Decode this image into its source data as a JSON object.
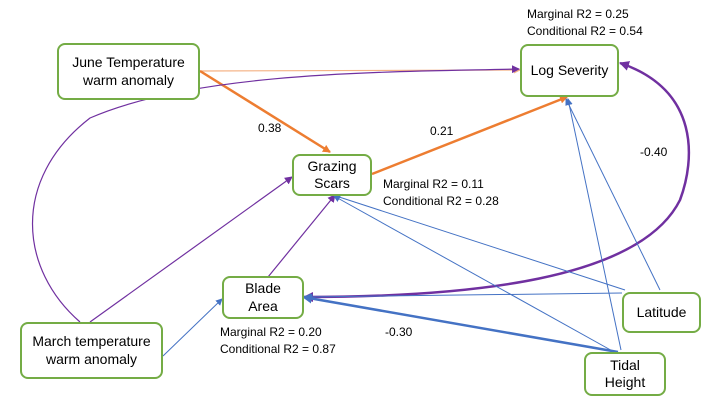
{
  "colors": {
    "node_border": "#74ac45",
    "orange": "#ed7d31",
    "orange_light": "#f4b183",
    "purple": "#7030a0",
    "blue": "#4472c4"
  },
  "nodes": {
    "june": "June Temperature\nwarm anomaly",
    "log_severity": "Log Severity",
    "grazing": "Grazing\nScars",
    "blade": "Blade\nArea",
    "march": "March temperature\nwarm anomaly",
    "latitude": "Latitude",
    "tidal": "Tidal\nHeight"
  },
  "fit_stats": {
    "log_severity": {
      "marginal": "Marginal R2 = 0.25",
      "conditional": "Conditional R2 = 0.54"
    },
    "grazing": {
      "marginal": "Marginal R2 = 0.11",
      "conditional": "Conditional R2 = 0.28"
    },
    "blade": {
      "marginal": "Marginal R2 = 0.20",
      "conditional": "Conditional R2 = 0.87"
    }
  },
  "coefficients": {
    "june_to_grazing": "0.38",
    "grazing_to_log": "0.21",
    "log_blade": "-0.40",
    "tidal_to_blade": "-0.30"
  }
}
